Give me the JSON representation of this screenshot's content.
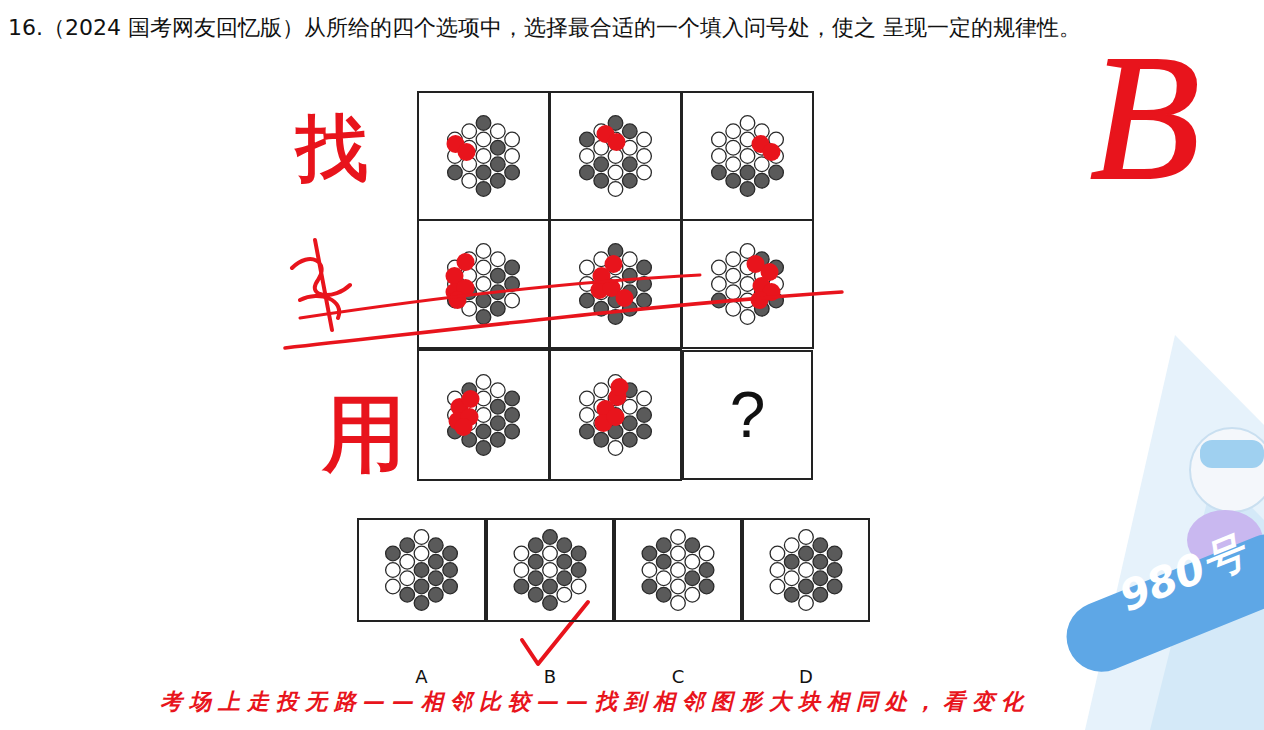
{
  "diagram": {
    "title": "16.（2024 国考网友回忆版）从所给的四个选项中，选择最合适的一个填入问号处，使之 呈现一定的规律性。",
    "nodes": [
      {
        "text": [
          "?"
        ]
      },
      {
        "text": [
          "A"
        ]
      },
      {
        "text": [
          "B"
        ]
      },
      {
        "text": [
          "C"
        ]
      },
      {
        "text": [
          "D"
        ]
      }
    ],
    "labels": [
      "B",
      "找",
      "用",
      "考场上走投无路——相邻比较——找到相邻图形大块相同处，看变化",
      "980号"
    ]
  }
}
